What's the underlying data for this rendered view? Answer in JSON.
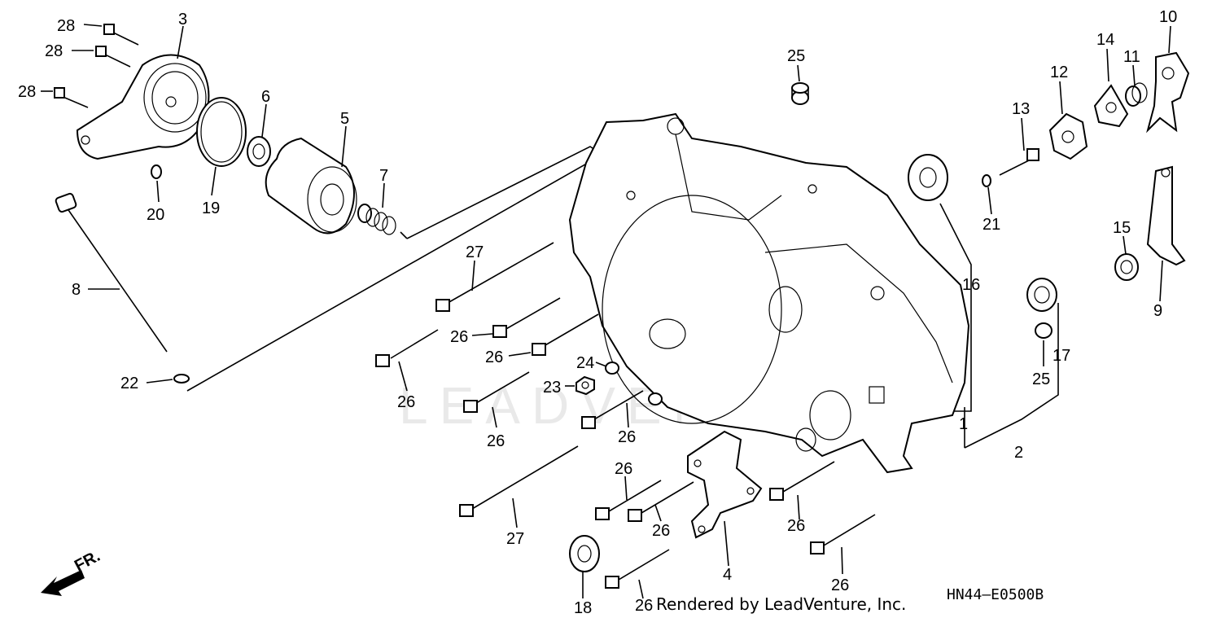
{
  "diagram": {
    "watermark": "LEADVENTURE",
    "credit": "Rendered by LeadVenture, Inc.",
    "diagram_code": "HN44—E0500B",
    "direction_label": "FR.",
    "callouts": {
      "c1": "1",
      "c2": "2",
      "c3": "3",
      "c4": "4",
      "c5": "5",
      "c6": "6",
      "c7": "7",
      "c8": "8",
      "c9": "9",
      "c10": "10",
      "c11": "11",
      "c12": "12",
      "c13": "13",
      "c14": "14",
      "c15": "15",
      "c16": "16",
      "c17": "17",
      "c18": "18",
      "c19": "19",
      "c20": "20",
      "c21": "21",
      "c22": "22",
      "c23": "23",
      "c24": "24",
      "c25a": "25",
      "c25b": "25",
      "c26a": "26",
      "c26b": "26",
      "c26c": "26",
      "c26d": "26",
      "c26e": "26",
      "c26f": "26",
      "c26g": "26",
      "c26h": "26",
      "c26i": "26",
      "c26j": "26",
      "c27a": "27",
      "c27b": "27",
      "c28a": "28",
      "c28b": "28",
      "c28c": "28"
    }
  }
}
